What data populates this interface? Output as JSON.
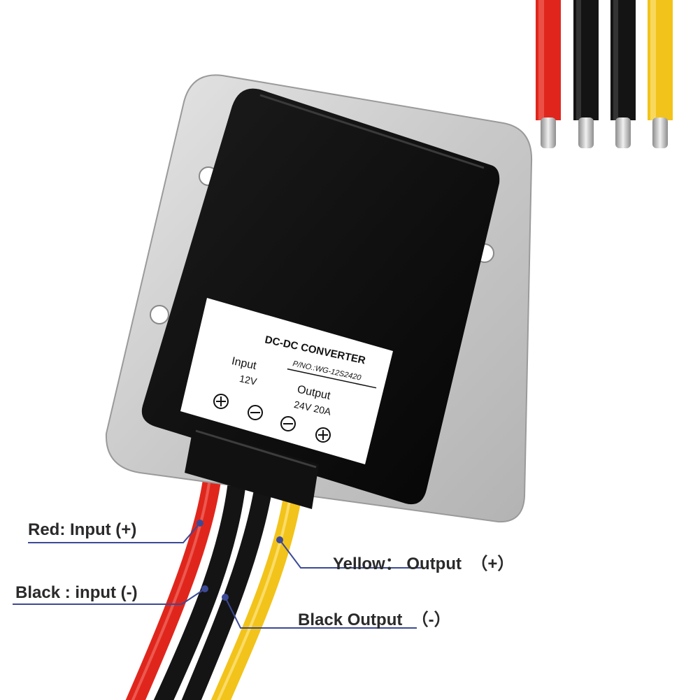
{
  "labels": {
    "red_input": "Red: Input (+)",
    "black_input": "Black : input (-)",
    "yellow_output": "Yellow： Output  （+）",
    "black_output": "Black Output  （-）"
  },
  "plate": {
    "title": "DC-DC CONVERTER",
    "part_number": "P/NO.:WG-12S2420",
    "input_heading": "Input",
    "input_voltage": "12V",
    "output_heading": "Output",
    "output_rating": "24V 20A"
  },
  "colors": {
    "wire_red": "#e0261c",
    "wire_black": "#1a1a1a",
    "wire_yellow": "#f2c31a",
    "callout_line": "#3c4a96",
    "housing": "#d2d2d2"
  }
}
